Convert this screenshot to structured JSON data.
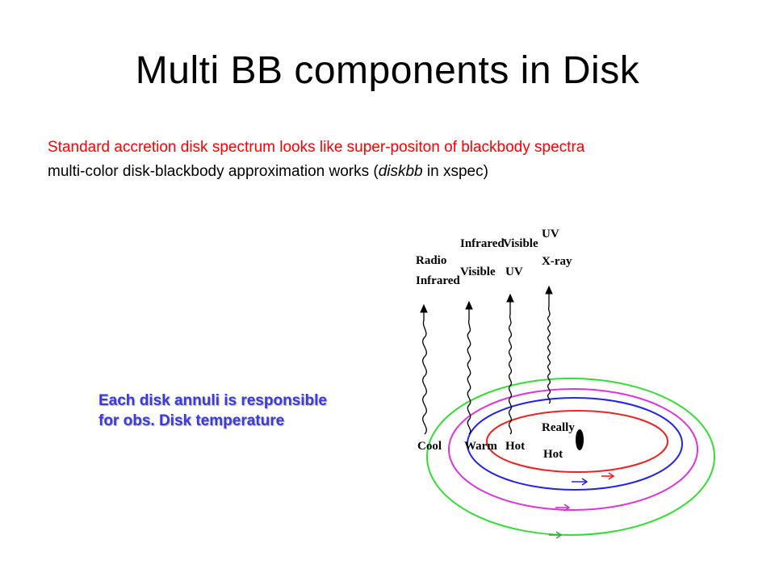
{
  "slide": {
    "title": "Multi BB components in Disk",
    "line1": "Standard accretion disk spectrum looks like super-positon of blackbody spectra",
    "line2_before": "multi-color disk-blackbody approximation works (",
    "line2_em": "diskbb",
    "line2_after": " in xspec)",
    "note_line1": "Each disk annuli is responsible",
    "note_line2": "for obs. Disk temperature"
  },
  "diagram": {
    "bands": [
      {
        "line1": "Radio",
        "line2": "Infrared"
      },
      {
        "line1": "Infrared",
        "line2": "Visible"
      },
      {
        "line1": "Visible",
        "line2": "UV"
      },
      {
        "line1": "UV",
        "line2": "X-ray"
      }
    ],
    "temperatures": {
      "cool": "Cool",
      "warm": "Warm",
      "hot": "Hot",
      "really_line1": "Really",
      "really_line2": "Hot"
    },
    "ring_colors": {
      "outer": "#33dd33",
      "second": "#dd33dd",
      "third": "#2222ee",
      "inner": "#ee2222"
    }
  }
}
